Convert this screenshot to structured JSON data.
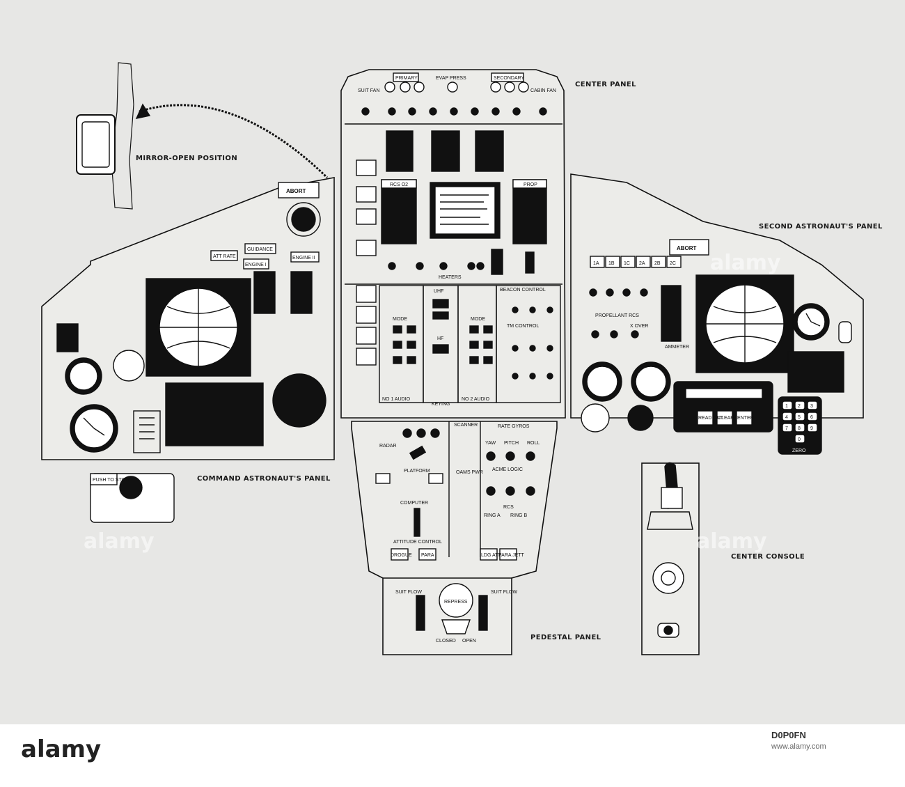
{
  "captions": {
    "mirror": "MIRROR-OPEN POSITION",
    "center_panel": "CENTER PANEL",
    "second_astronaut": "SECOND ASTRONAUT'S PANEL",
    "command_astronaut": "COMMAND ASTRONAUT'S PANEL",
    "center_console": "CENTER CONSOLE",
    "pedestal_panel": "PEDESTAL PANEL"
  },
  "labels": {
    "abort_left": "ABORT",
    "abort_right": "ABORT",
    "att_rate": "ATT RATE",
    "guidance": "GUIDANCE",
    "engine_1": "ENGINE I",
    "engine_2": "ENGINE II",
    "primary": "PRIMARY",
    "evap_press": "EVAP PRESS",
    "secondary": "SECONDARY",
    "suit_fan": "SUIT FAN",
    "cabin_fan": "CABIN FAN",
    "rcs_o2": "RCS O2",
    "prop": "PROP",
    "heaters": "HEATERS",
    "uhf": "UHF",
    "hf": "HF",
    "mode_l": "MODE",
    "mode_r": "MODE",
    "beacon_control": "BEACON CONTROL",
    "tm_control": "TM CONTROL",
    "no1_audio": "NO 1 AUDIO",
    "keying": "KEYING",
    "no2_audio": "NO 2 AUDIO",
    "radar": "RADAR",
    "scanner": "SCANNER",
    "rate_gyros": "RATE GYROS",
    "platform": "PLATFORM",
    "computer": "COMPUTER",
    "attitude_control": "ATTITUDE CONTROL",
    "oams_pwr": "OAMS PWR",
    "acme_logic": "ACME LOGIC",
    "rcs": "RCS",
    "drogue": "DROGUE",
    "para": "PARA",
    "log_att": "LDG ATT",
    "para_jett": "PARA JETT",
    "repress": "REPRESS",
    "closed": "CLOSED",
    "open": "OPEN",
    "suit_flow_l": "SUIT FLOW",
    "suit_flow_r": "SUIT FLOW",
    "propellant_rcs": "PROPELLANT RCS",
    "xover": "X OVER",
    "ammeter": "AMMETER",
    "read_out": "READ OUT",
    "clear": "CLEAR",
    "enter": "ENTER",
    "zero": "ZERO",
    "push_to_stow": "PUSH TO STOW",
    "yaw": "YAW",
    "pitch": "PITCH",
    "roll": "ROLL",
    "ring_a": "RING A",
    "ring_b": "RING B"
  },
  "switch_row": [
    "1A",
    "1B",
    "1C",
    "2A",
    "2B",
    "2C"
  ],
  "keypad": [
    "1",
    "2",
    "3",
    "4",
    "5",
    "6",
    "7",
    "8",
    "9",
    "0"
  ],
  "footer": {
    "logo": "alamy",
    "image_id": "D0P0FN",
    "url": "www.alamy.com"
  }
}
